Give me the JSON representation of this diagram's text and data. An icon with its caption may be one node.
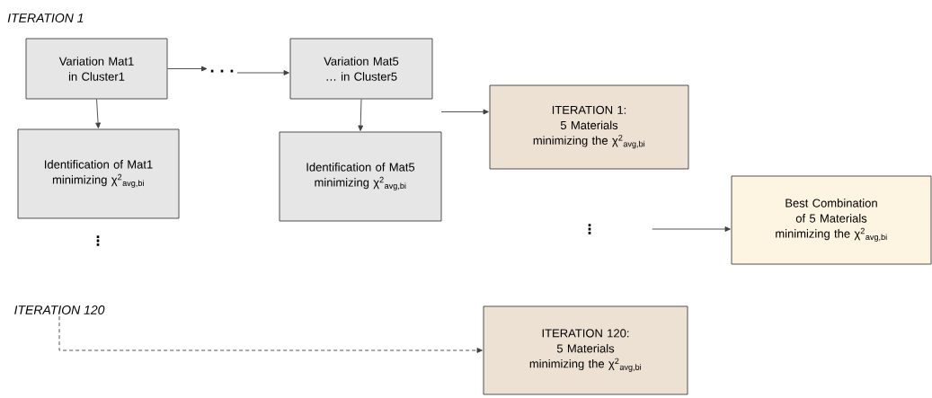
{
  "diagram": {
    "nodes": [
      {
        "text": [
          "Variation Mat1 in Cluster1"
        ]
      },
      {
        "text": [
          "Identification of Mat1 minimizing χ$^{2}$$_{avg,bi}$"
        ]
      },
      {
        "text": [
          "· · ·"
        ]
      },
      {
        "text": [
          "Variation Mat5 … in Cluster5"
        ]
      },
      {
        "text": [
          "Identification of Mat5 minimizing χ$^{2}$$_{avg,bi}$"
        ]
      },
      {
        "text": [
          "ITERATION 1:",
          "5 Materials minimizing the χ$^{2}$$_{avg,bi}$"
        ]
      },
      {
        "text": [
          "Best Combination of 5 Materials minimizing the χ$^{2}$$_{avg,bi}$"
        ]
      },
      {
        "text": [
          "ITERATION 120"
        ]
      },
      {
        "text": [
          "ITERATION 120:",
          "5 Materials minimizing the χ$^{2}$$_{avg,bi}$"
        ]
      },
      {
        "text": [
          "⋮"
        ]
      }
    ],
    "edges": [
      {
        "from": 0,
        "to": 1,
        "arrow": "to"
      },
      {
        "from": 0,
        "to": 2,
        "arrow": "to"
      },
      {
        "from": 2,
        "to": 3,
        "arrow": "to"
      },
      {
        "from": 3,
        "to": 4,
        "arrow": "to"
      },
      {
        "from": null,
        "to": 5,
        "arrow": "to"
      },
      {
        "from": 9,
        "to": 6,
        "arrow": "to"
      },
      {
        "from": 7,
        "to": 8,
        "arrow": "to",
        "style": "dashed"
      }
    ],
    "labels": [
      "ITERATION 1",
      "⋮"
    ]
  }
}
